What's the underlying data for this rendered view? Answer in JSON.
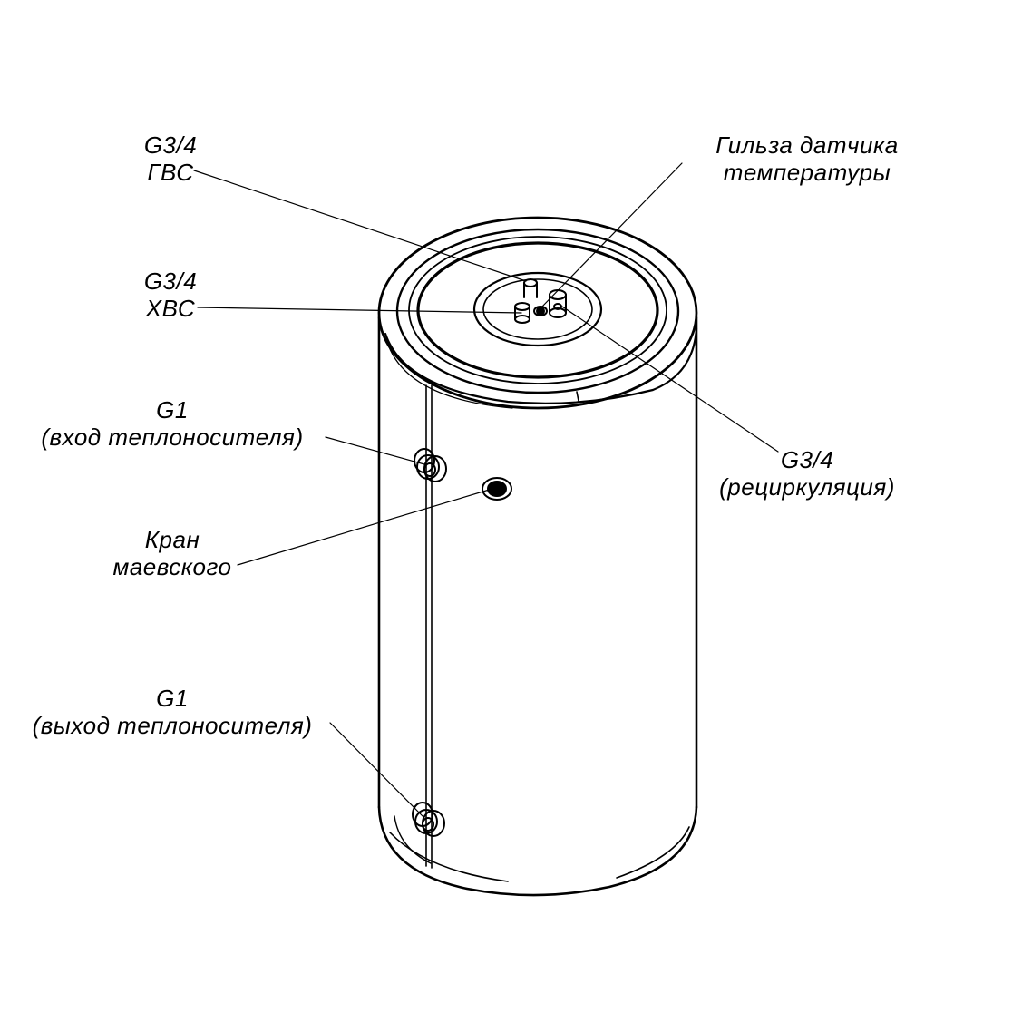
{
  "labels": {
    "hot_water": {
      "line1": "G3/4",
      "line2": "ГВС"
    },
    "cold_water": {
      "line1": "G3/4",
      "line2": "ХВС"
    },
    "heat_in": {
      "line1": "G1",
      "line2": "(вход теплоносителя)"
    },
    "air_valve": {
      "line1": "Кран",
      "line2": "маевского"
    },
    "heat_out": {
      "line1": "G1",
      "line2": "(выход теплоносителя)"
    },
    "sensor_sleeve": {
      "line1": "Гильза датчика",
      "line2": "температуры"
    },
    "recirculation": {
      "line1": "G3/4",
      "line2": "(рециркуляция)"
    }
  },
  "colors": {
    "ink": "#000000",
    "paper": "#ffffff"
  }
}
